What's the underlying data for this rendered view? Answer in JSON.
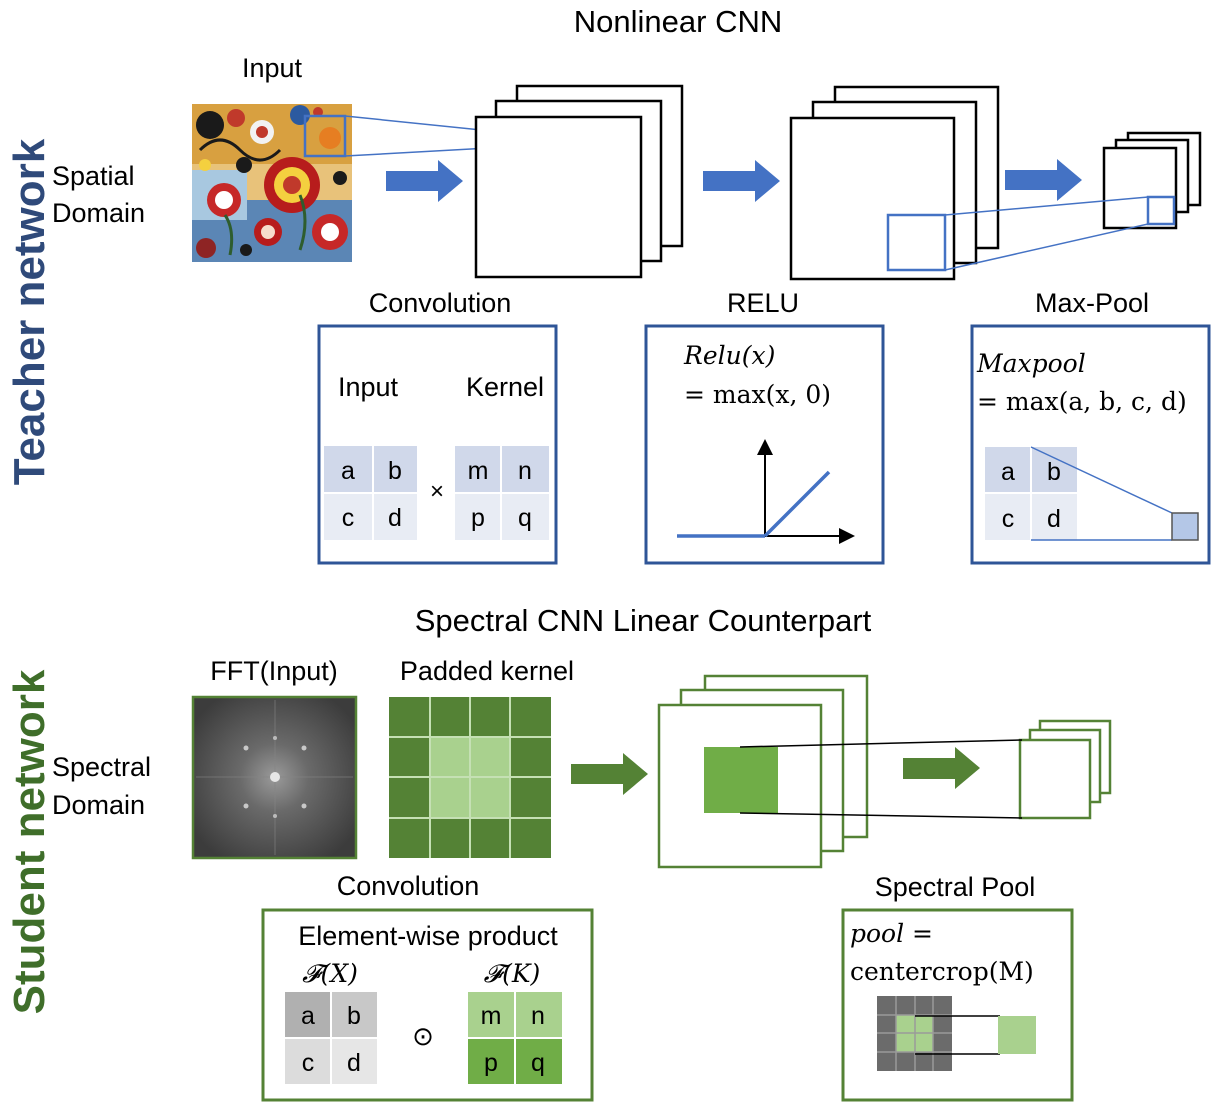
{
  "teacher": {
    "side_label": "Teacher network",
    "title": "Nonlinear CNN",
    "input_label": "Input",
    "domain_label_1": "Spatial",
    "domain_label_2": "Domain",
    "conv_caption": "Convolution",
    "relu_caption": "RELU",
    "maxpool_caption": "Max-Pool",
    "conv_box": {
      "input_header": "Input",
      "kernel_header": "Kernel",
      "input_cells": [
        "a",
        "b",
        "c",
        "d"
      ],
      "kernel_cells": [
        "m",
        "n",
        "p",
        "q"
      ],
      "operator": "×"
    },
    "relu_box": {
      "formula_line1": "Relu(x)",
      "formula_line2": "= max(x, 0)"
    },
    "maxpool_box": {
      "formula_line1": "Maxpool",
      "formula_line2": "= max(a, b, c, d)",
      "cells": [
        "a",
        "b",
        "c",
        "d"
      ]
    }
  },
  "student": {
    "side_label": "Student network",
    "title": "Spectral CNN Linear Counterpart",
    "fft_label": "FFT(Input)",
    "kernel_label": "Padded kernel",
    "domain_label_1": "Spectral",
    "domain_label_2": "Domain",
    "conv_caption": "Convolution",
    "pool_caption": "Spectral Pool",
    "conv_box": {
      "header": "Element-wise product",
      "fx_label": "𝓕(X)",
      "fk_label": "𝓕(K)",
      "x_cells": [
        "a",
        "b",
        "c",
        "d"
      ],
      "k_cells": [
        "m",
        "n",
        "p",
        "q"
      ],
      "operator": "⊙"
    },
    "pool_box": {
      "formula_line1": "pool =",
      "formula_line2": "centercrop(M)"
    }
  },
  "colors": {
    "teacher_accent": "#2f5597",
    "student_accent": "#538135",
    "blue_arrow": "#4472c4",
    "green_arrow": "#548235",
    "cell_blue": "#d0d8ea",
    "cell_gray": "#c8c8c8",
    "cell_green_light": "#a9d18e",
    "cell_green_dark": "#70ad47"
  }
}
